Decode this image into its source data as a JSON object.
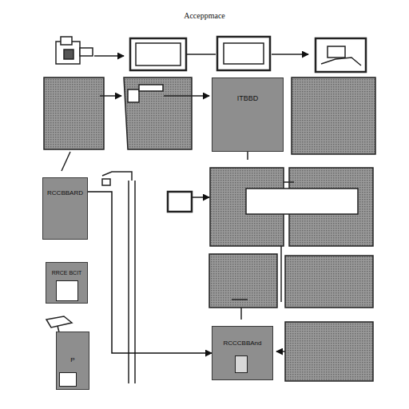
{
  "diagram": {
    "title": "Acceppmace",
    "nodes": [
      {
        "text": [
          "ITBBD"
        ]
      },
      {
        "text": [
          "RCCBBARD"
        ]
      },
      {
        "text": [
          "RRCE BCIT"
        ]
      },
      {
        "text": [
          "P"
        ]
      },
      {
        "text": [
          "RCCCBBAnd"
        ]
      }
    ],
    "edges": [
      {
        "from": 1,
        "to": 4,
        "arrow": "to"
      }
    ]
  }
}
